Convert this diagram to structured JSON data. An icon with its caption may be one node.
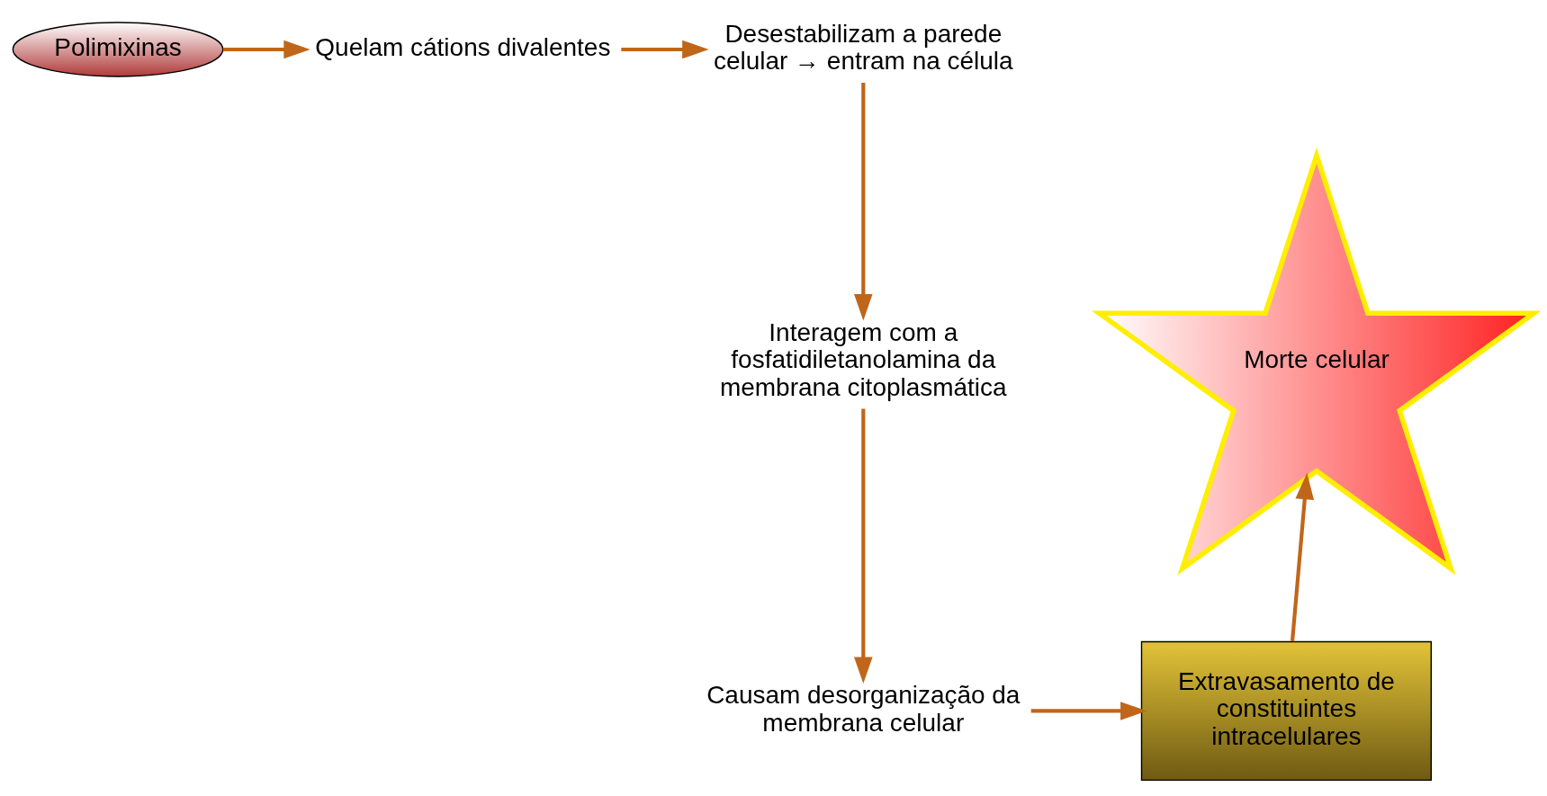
{
  "diagram": {
    "nodes": [
      {
        "text": [
          "Polimixinas"
        ]
      },
      {
        "text": [
          "Quelam cátions divalentes"
        ]
      },
      {
        "text": [
          "Desestabilizam a parede celular → entram na célula"
        ]
      },
      {
        "text": [
          "Interagem com a fosfatidiletanolamina da membrana citoplasmática"
        ]
      },
      {
        "text": [
          "Causam desorganização da membrana celular"
        ]
      },
      {
        "text": [
          "Extravasamento de constituintes intracelulares"
        ]
      },
      {
        "text": [
          "Morte celular"
        ]
      }
    ],
    "edges": [
      {
        "from": 0,
        "to": 1,
        "arrow": "to"
      },
      {
        "from": 1,
        "to": 2,
        "arrow": "to"
      },
      {
        "from": 2,
        "to": 3,
        "arrow": "to"
      },
      {
        "from": 3,
        "to": 4,
        "arrow": "to"
      },
      {
        "from": 4,
        "to": 5,
        "arrow": "to"
      },
      {
        "from": 5,
        "to": 6,
        "arrow": "to"
      }
    ]
  }
}
